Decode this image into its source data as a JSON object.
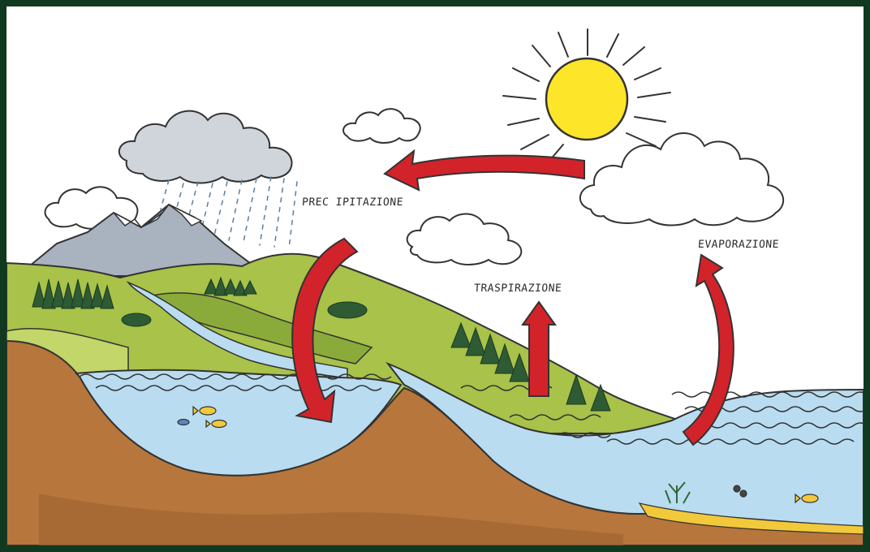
{
  "labels": {
    "precipitation": "PREC IPITAZIONE",
    "transpiration": "TRASPIRAZIONE",
    "evaporation": "EVAPORAZIONE"
  },
  "colors": {
    "frame": "#0f3a20",
    "sky": "#ffffff",
    "sun": "#fde52a",
    "cloud": "#ffffff",
    "rain_cloud": "#cfd5db",
    "mountain": "#a9b3bf",
    "hill_green": "#a8c24a",
    "forest": "#2e5a34",
    "water": "#b9dcf0",
    "soil": "#b7763c",
    "arrow": "#d2232a"
  }
}
